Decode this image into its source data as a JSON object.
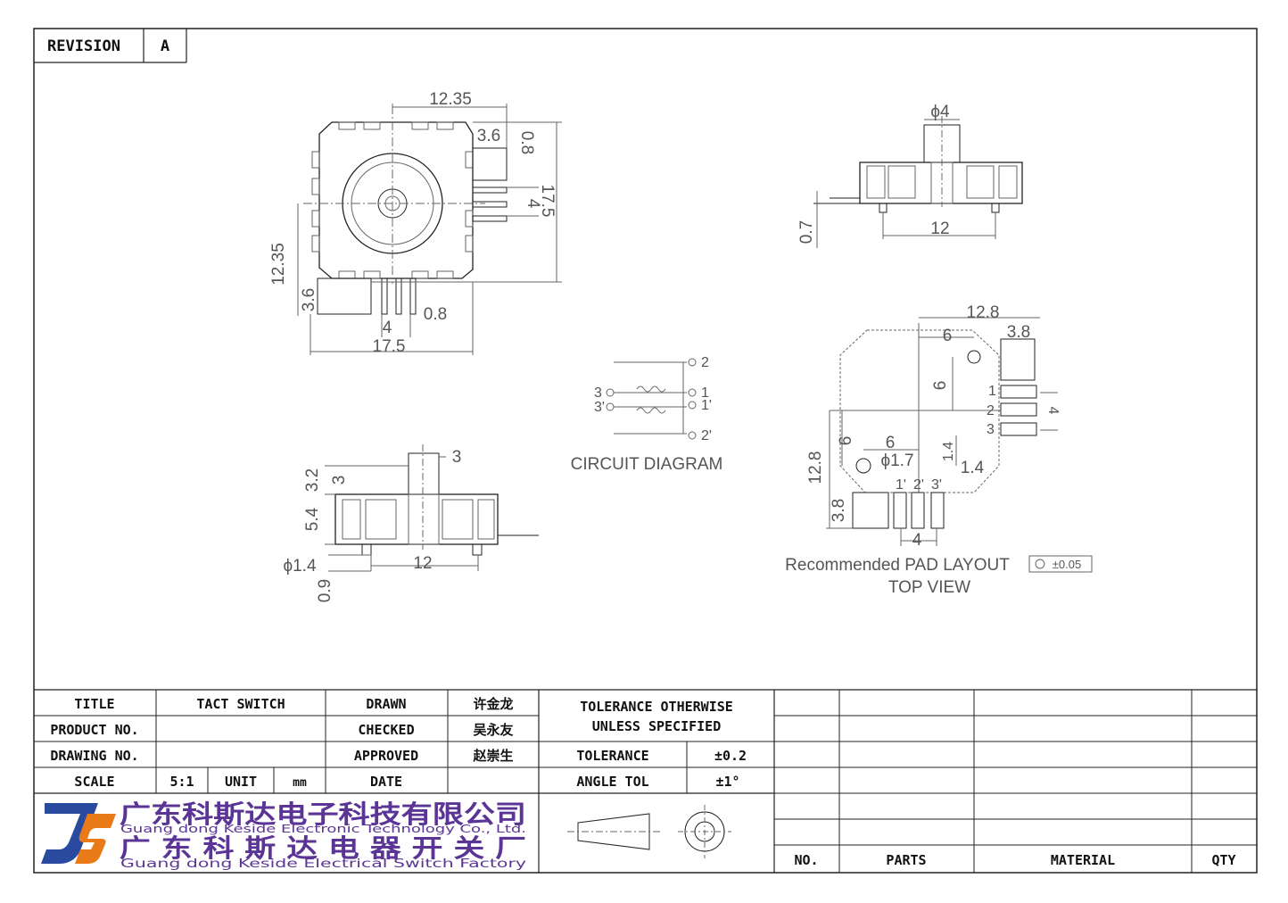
{
  "revision": {
    "label": "REVISION",
    "value": "A"
  },
  "drawing": {
    "top_view": {
      "dims": {
        "width": "12.35",
        "height": "12.35",
        "overall_w": "17.5",
        "overall_h": "17.5",
        "lead_w": "3.6",
        "lead_h": "3.6",
        "pin_w": "0.8",
        "pin_w2": "0.8",
        "pitch": "4",
        "pitch2": "4"
      }
    },
    "side_view_right": {
      "dims": {
        "diameter": "ϕ4",
        "width": "12",
        "offset": "0.7"
      }
    },
    "side_view_bottom": {
      "dims": {
        "actuator": "3",
        "h1": "3.2",
        "h2": "3",
        "h3": "5.4",
        "peg": "ϕ1.4",
        "width": "12",
        "peg_h": "0.9"
      }
    },
    "circuit": {
      "title": "CIRCUIT DIAGRAM",
      "pins": {
        "p2": "2",
        "p1": "1",
        "p1b": "1'",
        "p2b": "2'",
        "p3": "3",
        "p3b": "3'"
      }
    },
    "pad_layout": {
      "title": "Recommended PAD LAYOUT",
      "tolerance": "±0.05",
      "subtitle": "TOP VIEW",
      "dims": {
        "w": "12.8",
        "h": "12.8",
        "a": "6",
        "b": "3.8",
        "c": "6",
        "d": "4",
        "e": "6",
        "f": "6",
        "hole": "ϕ1.7",
        "g": "1.4",
        "h2": "1.4",
        "i": "3.8",
        "j": "4"
      },
      "pin_labels": [
        "1",
        "2",
        "3",
        "1'",
        "2'",
        "3'"
      ]
    }
  },
  "title_block": {
    "rows": [
      {
        "label": "TITLE",
        "value": "TACT SWITCH",
        "role": "DRAWN",
        "person": "许金龙"
      },
      {
        "label": "PRODUCT NO.",
        "value": "",
        "role": "CHECKED",
        "person": "吴永友"
      },
      {
        "label": "DRAWING NO.",
        "value": "",
        "role": "APPROVED",
        "person": "赵崇生"
      }
    ],
    "scale": {
      "label": "SCALE",
      "value": "5:1",
      "unit_label": "UNIT",
      "unit": "mm",
      "date_label": "DATE",
      "date": ""
    },
    "tolerance_note": [
      "TOLERANCE OTHERWISE",
      "UNLESS SPECIFIED"
    ],
    "tolerance": {
      "label": "TOLERANCE",
      "value": "±0.2"
    },
    "angle_tol": {
      "label": "ANGLE TOL",
      "value": "±1°"
    },
    "parts_header": {
      "no": "NO.",
      "parts": "PARTS",
      "material": "MATERIAL",
      "qty": "QTY"
    }
  },
  "company": {
    "name_cn": "广东科斯达电子科技有限公司",
    "name_en": "Guang dong Keside  Electronic Technology Co., Ltd.",
    "factory_cn": "广 东 科 斯 达 电 器 开 关 厂",
    "factory_en": "Guang dong Keside Electrical Switch Factory",
    "logo_colors": {
      "blue": "#2a4aa0",
      "orange": "#e87a18",
      "purple": "#5b3596"
    }
  }
}
